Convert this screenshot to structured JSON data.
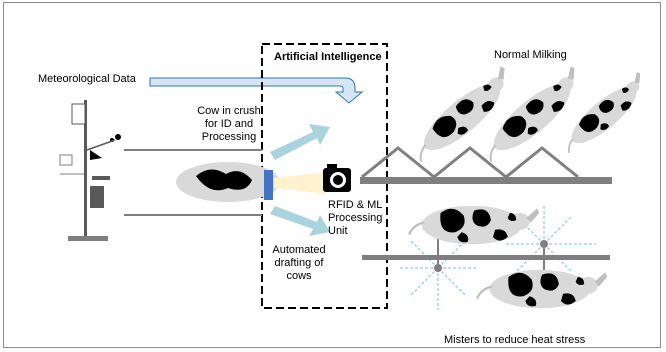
{
  "labels": {
    "meteorological": "Meteorological Data",
    "ai": "Artificial Intelligence",
    "cow_crush": [
      "Cow in crush",
      "for ID and",
      "Processing"
    ],
    "rfid": [
      "RFID & ML",
      "Processing",
      "Unit"
    ],
    "drafting": [
      "Automated",
      "drafting of",
      "cows"
    ],
    "normal_milking": "Normal Milking",
    "misters": "Misters to reduce heat stress"
  },
  "icons": [
    "weather-station-icon",
    "camera-icon",
    "cow-icon"
  ],
  "colors": {
    "arrow": "#a9d4dd",
    "met_arrow_fill": "#d5e6f2",
    "met_arrow_stroke": "#2e75b6",
    "mist": "#7fbfe3",
    "bar": "#7f7f7f"
  }
}
